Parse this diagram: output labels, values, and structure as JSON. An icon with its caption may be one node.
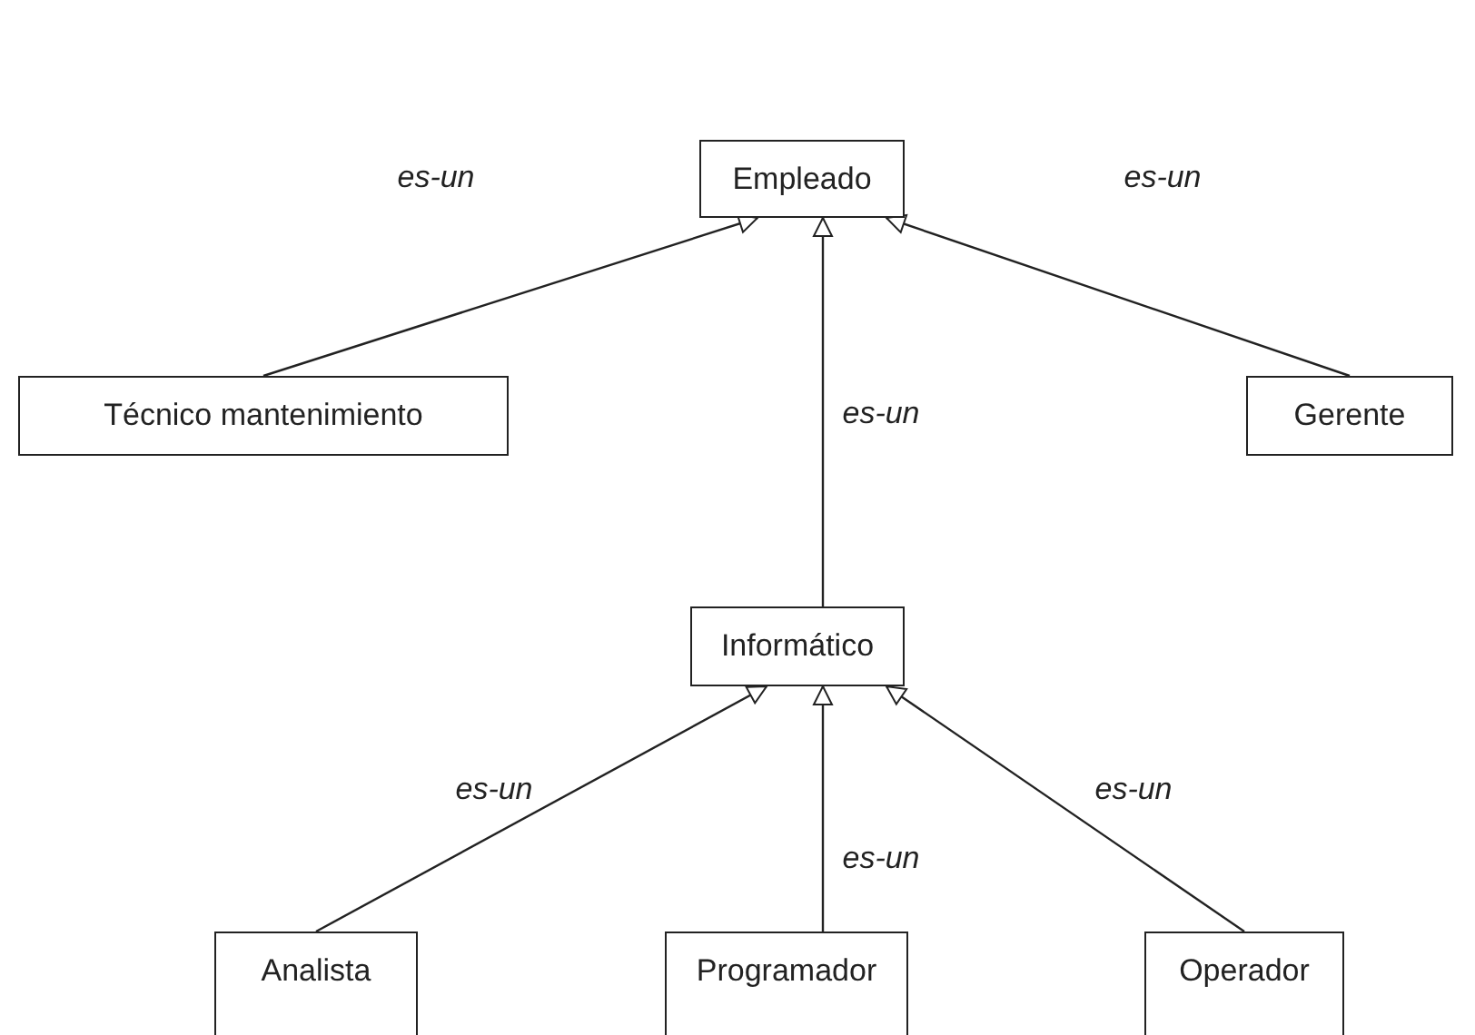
{
  "diagram": {
    "nodes": [
      {
        "text": [
          "Empleado"
        ]
      },
      {
        "text": [
          "Técnico mantenimiento"
        ]
      },
      {
        "text": [
          "Gerente"
        ]
      },
      {
        "text": [
          "Informático"
        ]
      },
      {
        "text": [
          "Analista"
        ]
      },
      {
        "text": [
          "Programador"
        ]
      },
      {
        "text": [
          "Operador"
        ]
      }
    ],
    "edges": [
      {
        "from": 1,
        "to": 0,
        "arrow": "to",
        "label": "es-un"
      },
      {
        "from": 3,
        "to": 0,
        "arrow": "to",
        "label": "es-un"
      },
      {
        "from": 2,
        "to": 0,
        "arrow": "to",
        "label": "es-un"
      },
      {
        "from": 4,
        "to": 3,
        "arrow": "to",
        "label": "es-un"
      },
      {
        "from": 5,
        "to": 3,
        "arrow": "to",
        "label": "es-un"
      },
      {
        "from": 6,
        "to": 3,
        "arrow": "to",
        "label": "es-un"
      }
    ]
  }
}
